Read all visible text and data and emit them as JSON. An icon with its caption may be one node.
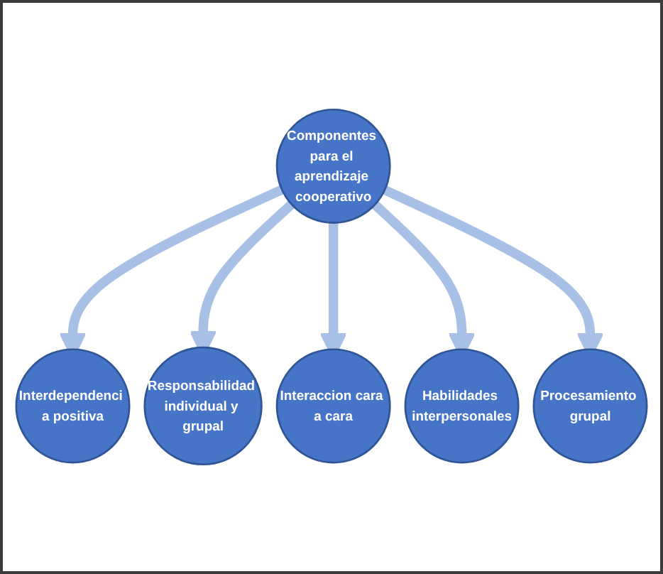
{
  "diagram": {
    "nodes": [
      {
        "text": [
          "Interdependenci a positiva"
        ]
      },
      {
        "text": [
          "Procesamiento grupal"
        ]
      },
      {
        "text": [
          "Responsabilidad individual y grupal"
        ]
      },
      {
        "text": [
          "Componentes para el aprendizaje cooperativo"
        ]
      },
      {
        "text": [
          "Habilidades interpersonales"
        ]
      },
      {
        "text": [
          "Interaccion cara a cara"
        ]
      }
    ],
    "edges": [
      {
        "from": 3,
        "to": 0,
        "arrow": "to"
      },
      {
        "from": 3,
        "to": 2,
        "arrow": "to"
      },
      {
        "from": 3,
        "to": 5,
        "arrow": "to"
      },
      {
        "from": 3,
        "to": 4,
        "arrow": "to"
      },
      {
        "from": 3,
        "to": 1,
        "arrow": "to"
      }
    ]
  }
}
